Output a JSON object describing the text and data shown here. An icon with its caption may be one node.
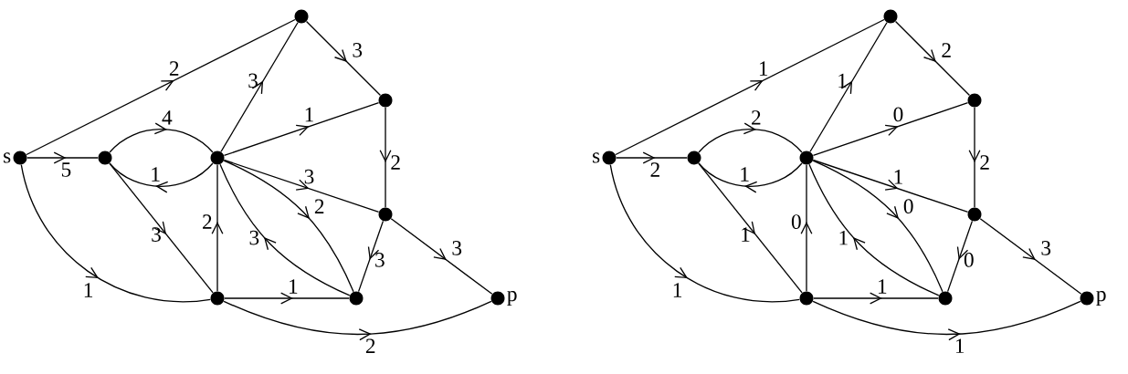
{
  "diagram": {
    "nodes": [
      {
        "text": [],
        "shape": "circle"
      },
      {
        "text": [],
        "shape": "circle"
      },
      {
        "text": [],
        "shape": "circle",
        "beside": [
          "s"
        ]
      },
      {
        "text": [],
        "shape": "circle"
      },
      {
        "text": [],
        "shape": "circle"
      },
      {
        "text": [],
        "shape": "circle"
      },
      {
        "text": [],
        "shape": "circle"
      },
      {
        "text": [],
        "shape": "circle"
      },
      {
        "text": [],
        "shape": "circle",
        "beside": [
          "p"
        ]
      },
      {
        "text": [],
        "shape": "circle"
      },
      {
        "text": [],
        "shape": "circle"
      },
      {
        "text": [],
        "shape": "circle",
        "beside": [
          "s"
        ]
      },
      {
        "text": [],
        "shape": "circle"
      },
      {
        "text": [],
        "shape": "circle"
      },
      {
        "text": [],
        "shape": "circle"
      },
      {
        "text": [],
        "shape": "circle"
      },
      {
        "text": [],
        "shape": "circle"
      },
      {
        "text": [],
        "shape": "circle",
        "beside": [
          "p"
        ]
      }
    ],
    "edges": [
      {
        "from": 2,
        "to": 0,
        "arrow": "to",
        "label": "2"
      },
      {
        "from": 2,
        "to": 3,
        "arrow": "to",
        "label": "5"
      },
      {
        "from": 2,
        "to": 6,
        "arrow": "to",
        "label": "1"
      },
      {
        "from": 3,
        "to": 4,
        "arrow": "to",
        "label": "4"
      },
      {
        "from": 4,
        "to": 3,
        "arrow": "to",
        "label": "1"
      },
      {
        "from": 3,
        "to": 6,
        "arrow": "to",
        "label": "3"
      },
      {
        "from": 6,
        "to": 4,
        "arrow": "to",
        "label": "2"
      },
      {
        "from": 4,
        "to": 0,
        "arrow": "to",
        "label": "3"
      },
      {
        "from": 0,
        "to": 1,
        "arrow": "to",
        "label": "3"
      },
      {
        "from": 4,
        "to": 1,
        "arrow": "to",
        "label": "1"
      },
      {
        "from": 1,
        "to": 5,
        "arrow": "to",
        "label": "2"
      },
      {
        "from": 4,
        "to": 5,
        "arrow": "to",
        "label": "3"
      },
      {
        "from": 4,
        "to": 7,
        "arrow": "to",
        "label": "2"
      },
      {
        "from": 7,
        "to": 4,
        "arrow": "to",
        "label": "3"
      },
      {
        "from": 5,
        "to": 7,
        "arrow": "to",
        "label": "3"
      },
      {
        "from": 5,
        "to": 8,
        "arrow": "to",
        "label": "3"
      },
      {
        "from": 6,
        "to": 7,
        "arrow": "to",
        "label": "1"
      },
      {
        "from": 6,
        "to": 8,
        "arrow": "to",
        "label": "2"
      },
      {
        "from": 11,
        "to": 9,
        "arrow": "to",
        "label": "1"
      },
      {
        "from": 11,
        "to": 12,
        "arrow": "to",
        "label": "2"
      },
      {
        "from": 11,
        "to": 15,
        "arrow": "to",
        "label": "1"
      },
      {
        "from": 12,
        "to": 13,
        "arrow": "to",
        "label": "2"
      },
      {
        "from": 13,
        "to": 12,
        "arrow": "to",
        "label": "1"
      },
      {
        "from": 12,
        "to": 15,
        "arrow": "to",
        "label": "1"
      },
      {
        "from": 15,
        "to": 13,
        "arrow": "to",
        "label": "0"
      },
      {
        "from": 13,
        "to": 9,
        "arrow": "to",
        "label": "1"
      },
      {
        "from": 9,
        "to": 10,
        "arrow": "to",
        "label": "2"
      },
      {
        "from": 13,
        "to": 10,
        "arrow": "to",
        "label": "0"
      },
      {
        "from": 10,
        "to": 14,
        "arrow": "to",
        "label": "2"
      },
      {
        "from": 13,
        "to": 14,
        "arrow": "to",
        "label": "1"
      },
      {
        "from": 13,
        "to": 16,
        "arrow": "to",
        "label": "0"
      },
      {
        "from": 16,
        "to": 13,
        "arrow": "to",
        "label": "1"
      },
      {
        "from": 14,
        "to": 16,
        "arrow": "to",
        "label": "0"
      },
      {
        "from": 14,
        "to": 17,
        "arrow": "to",
        "label": "3"
      },
      {
        "from": 15,
        "to": 16,
        "arrow": "to",
        "label": "1"
      },
      {
        "from": 15,
        "to": 17,
        "arrow": "to",
        "label": "1"
      }
    ]
  }
}
